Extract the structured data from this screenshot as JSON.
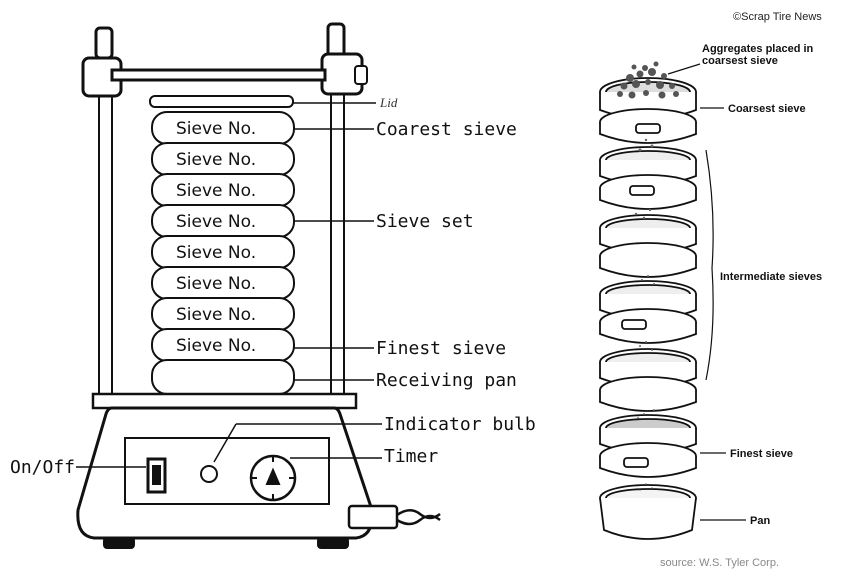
{
  "credit": "©Scrap Tire News",
  "source": "source: W.S. Tyler Corp.",
  "left": {
    "lid_label": "Lid",
    "sieve_text": "Sieve No.",
    "labels": {
      "coarsest": "Coarest sieve",
      "set": "Sieve set",
      "finest": "Finest sieve",
      "pan": "Receiving pan",
      "bulb": "Indicator bulb",
      "timer": "Timer",
      "onoff": "On/Off"
    }
  },
  "right": {
    "agg_line1": "Aggregates placed in",
    "agg_line2": "coarsest sieve",
    "coarsest": "Coarsest sieve",
    "intermediate": "Intermediate sieves",
    "finest": "Finest sieve",
    "pan": "Pan"
  }
}
